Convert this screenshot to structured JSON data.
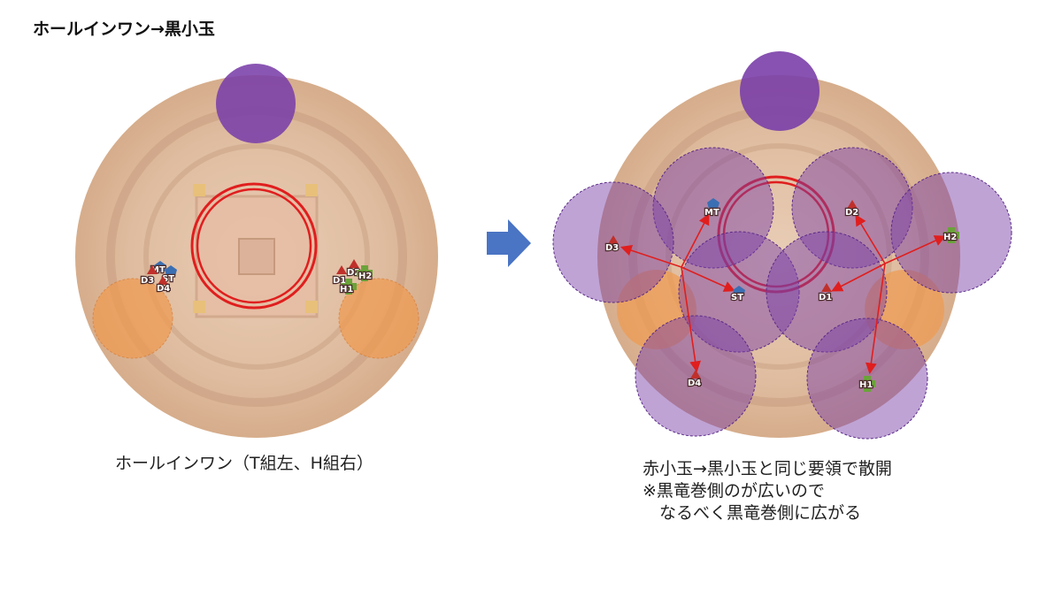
{
  "title": "ホールインワン→黒小玉",
  "captions": {
    "left": "ホールインワン（T組左、H組右）",
    "right_line1": "赤小玉→黒小玉と同じ要領で散開",
    "right_line2": "※黒竜巻側のが広いので",
    "right_line3": "　なるべく黒竜巻側に広がる"
  },
  "colors": {
    "arena": "#dcb699",
    "purple": "#7a3fa8",
    "orange": "#f09a4e",
    "red_ring": "#e01e1e",
    "arrow_blue": "#4a74c4",
    "tank": "#3b6fb3",
    "healer": "#6aa33a",
    "dps": "#c0302b"
  },
  "markers": {
    "MT": "MT",
    "ST": "ST",
    "H1": "H1",
    "H2": "H2",
    "D1": "D1",
    "D2": "D2",
    "D3": "D3",
    "D4": "D4"
  }
}
